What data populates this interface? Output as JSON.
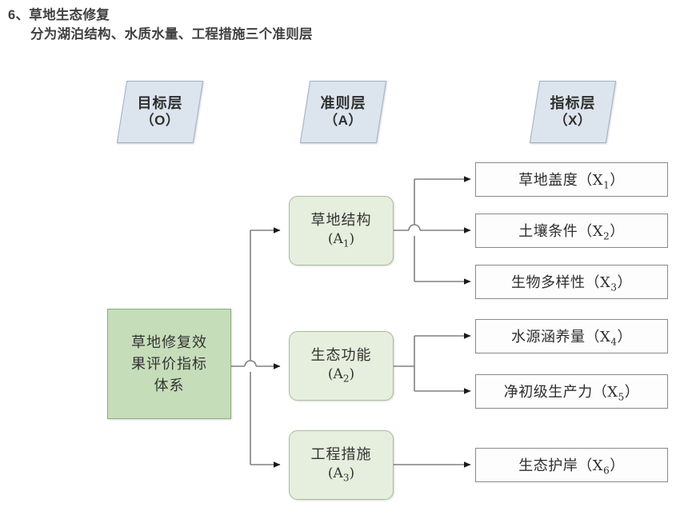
{
  "heading": {
    "line1": "6、草地生态修复",
    "line2": "分为湖泊结构、水质水量、工程措施三个准则层"
  },
  "colors": {
    "layer_header_fill": "#dce4ee",
    "layer_header_stroke": "#9fb0c4",
    "goal_fill": "#c6ddb9",
    "goal_stroke": "#8fae81",
    "criteria_fill": "#e6eedd",
    "criteria_stroke": "#a8bd9a",
    "indicator_fill": "#fdfdfd",
    "indicator_stroke": "#8a8a8a",
    "connector": "#808080",
    "text": "#333333"
  },
  "layer_headers": [
    {
      "title": "目标层",
      "code": "（O）"
    },
    {
      "title": "准则层",
      "code": "（A）"
    },
    {
      "title": "指标层",
      "code": "（X）"
    }
  ],
  "goal": {
    "line1": "草地修复效",
    "line2": "果评价指标",
    "line3": "体系"
  },
  "criteria": [
    {
      "name": "草地结构",
      "code": "(A",
      "sub": "1",
      "code_end": ")"
    },
    {
      "name": "生态功能",
      "code": "(A",
      "sub": "2",
      "code_end": ")"
    },
    {
      "name": "工程措施",
      "code": "(A",
      "sub": "3",
      "code_end": ")"
    }
  ],
  "indicators": [
    {
      "name": "草地盖度（X",
      "sub": "1",
      "tail": "）"
    },
    {
      "name": "土壤条件（X",
      "sub": "2",
      "tail": "）"
    },
    {
      "name": "生物多样性（X",
      "sub": "3",
      "tail": "）"
    },
    {
      "name": "水源涵养量（X",
      "sub": "4",
      "tail": "）"
    },
    {
      "name": "净初级生产力（X",
      "sub": "5",
      "tail": "）"
    },
    {
      "name": "生态护岸（X",
      "sub": "6",
      "tail": "）"
    }
  ]
}
